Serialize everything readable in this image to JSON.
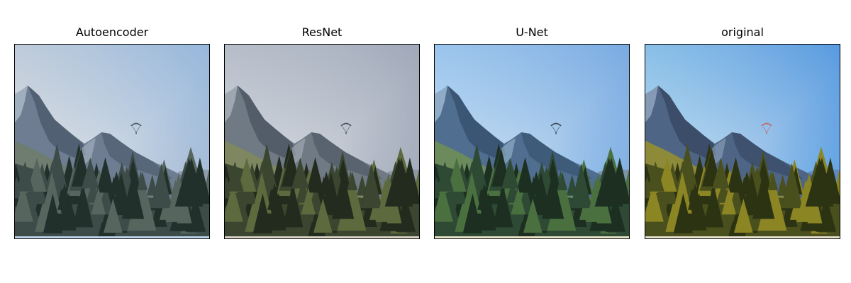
{
  "figure": {
    "panels": [
      {
        "id": "autoencoder",
        "title": "Autoencoder",
        "palette": {
          "sky_top": "#aeb9cb",
          "sky_mid": "#cdd3da",
          "sky_bottom": "#e1e3e6",
          "sky_accent": "#8eb2da",
          "far_ridge": "#8f9dae",
          "mountain": "#6e7d92",
          "mountain_dark": "#4a5769",
          "mountain_light": "#aab6c4",
          "slope": "#6f7d70",
          "forest_far": "#3d4c48",
          "forest_near": "#22302b",
          "forest_light": "#56665f",
          "paraglider": "#505a66",
          "bottom_strip": "#bcd4ea"
        }
      },
      {
        "id": "resnet",
        "title": "ResNet",
        "palette": {
          "sky_top": "#9aa3b5",
          "sky_mid": "#bfc6d0",
          "sky_bottom": "#d9dde2",
          "sky_accent": "#9aa3b5",
          "far_ridge": "#8f97a3",
          "mountain": "#707a85",
          "mountain_dark": "#4a5360",
          "mountain_light": "#a6afb8",
          "slope": "#7e8760",
          "forest_far": "#3b4630",
          "forest_near": "#222b1d",
          "forest_light": "#5c6a3d",
          "paraglider": "#4d5560",
          "bottom_strip": "#d8d3c4"
        }
      },
      {
        "id": "unet",
        "title": "U-Net",
        "palette": {
          "sky_top": "#78aee6",
          "sky_mid": "#a9cff0",
          "sky_bottom": "#cde2f2",
          "sky_accent": "#6fa4e0",
          "far_ridge": "#7d93aa",
          "mountain": "#4f6e90",
          "mountain_dark": "#344f6c",
          "mountain_light": "#9ab7d1",
          "slope": "#6b8b5d",
          "forest_far": "#2f4a34",
          "forest_near": "#1c2f21",
          "forest_light": "#4b7040",
          "paraglider": "#3d4a58",
          "bottom_strip": "#e8e2c6"
        }
      },
      {
        "id": "original",
        "title": "original",
        "palette": {
          "sky_top": "#5aa3e6",
          "sky_mid": "#9ccdea",
          "sky_bottom": "#c9dff0",
          "sky_accent": "#4c93de",
          "far_ridge": "#5f8ac2",
          "mountain": "#4f6585",
          "mountain_dark": "#34455f",
          "mountain_light": "#8ea3bd",
          "slope": "#8d8a3a",
          "forest_far": "#4a4f1e",
          "forest_near": "#2c3312",
          "forest_light": "#8b8524",
          "paraglider": "#c26a6a",
          "bottom_strip": "#e7e2cf"
        }
      }
    ]
  }
}
